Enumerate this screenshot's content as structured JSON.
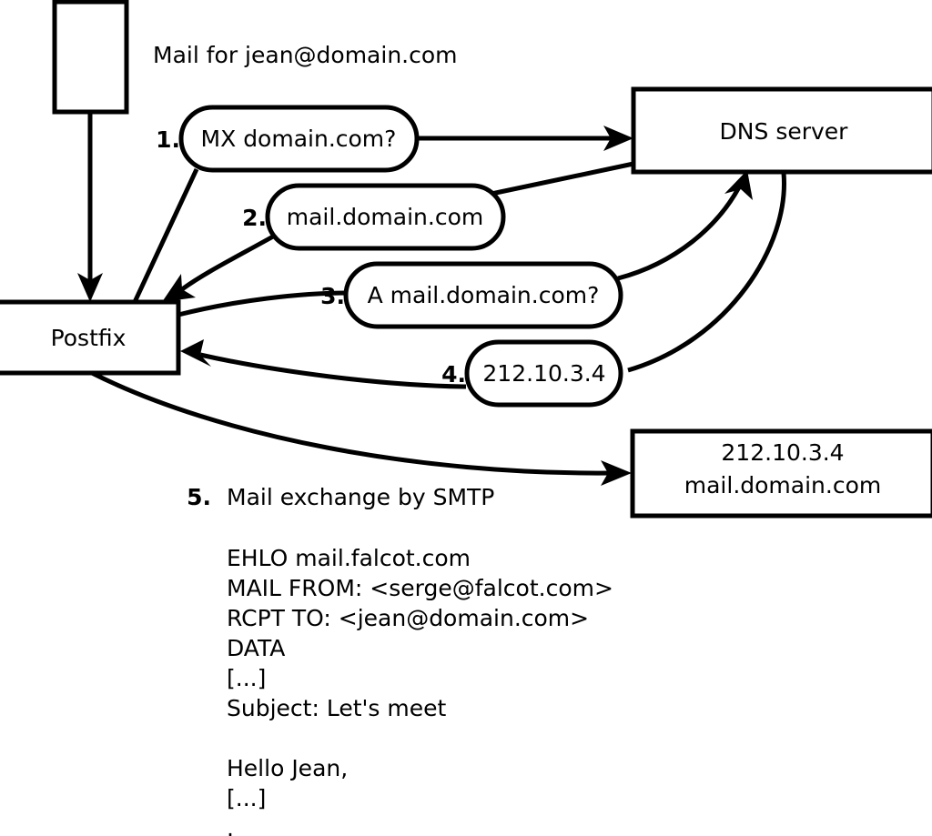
{
  "diagram": {
    "title_note": "Mail for jean@domain.com",
    "nodes": [
      {
        "id": "sender-host",
        "label": ""
      },
      {
        "id": "postfix",
        "label": "Postfix"
      },
      {
        "id": "dns-server",
        "label": "DNS server"
      },
      {
        "id": "remote-mailserver",
        "line1": "212.10.3.4",
        "line2": "mail.domain.com"
      }
    ],
    "steps": [
      {
        "num": "1.",
        "label": "MX domain.com?"
      },
      {
        "num": "2.",
        "label": "mail.domain.com"
      },
      {
        "num": "3.",
        "label": "A mail.domain.com?"
      },
      {
        "num": "4.",
        "label": "212.10.3.4"
      },
      {
        "num": "5.",
        "label": "Mail exchange by SMTP"
      }
    ],
    "smtp_transcript": [
      "EHLO mail.falcot.com",
      "MAIL FROM: <serge@falcot.com>",
      "RCPT TO: <jean@domain.com>",
      "DATA",
      "[...]",
      "Subject: Let's meet",
      "",
      "Hello Jean,",
      "[...]",
      "."
    ],
    "colors": {
      "stroke": "#000000",
      "fill": "#ffffff",
      "text": "#000000"
    }
  }
}
